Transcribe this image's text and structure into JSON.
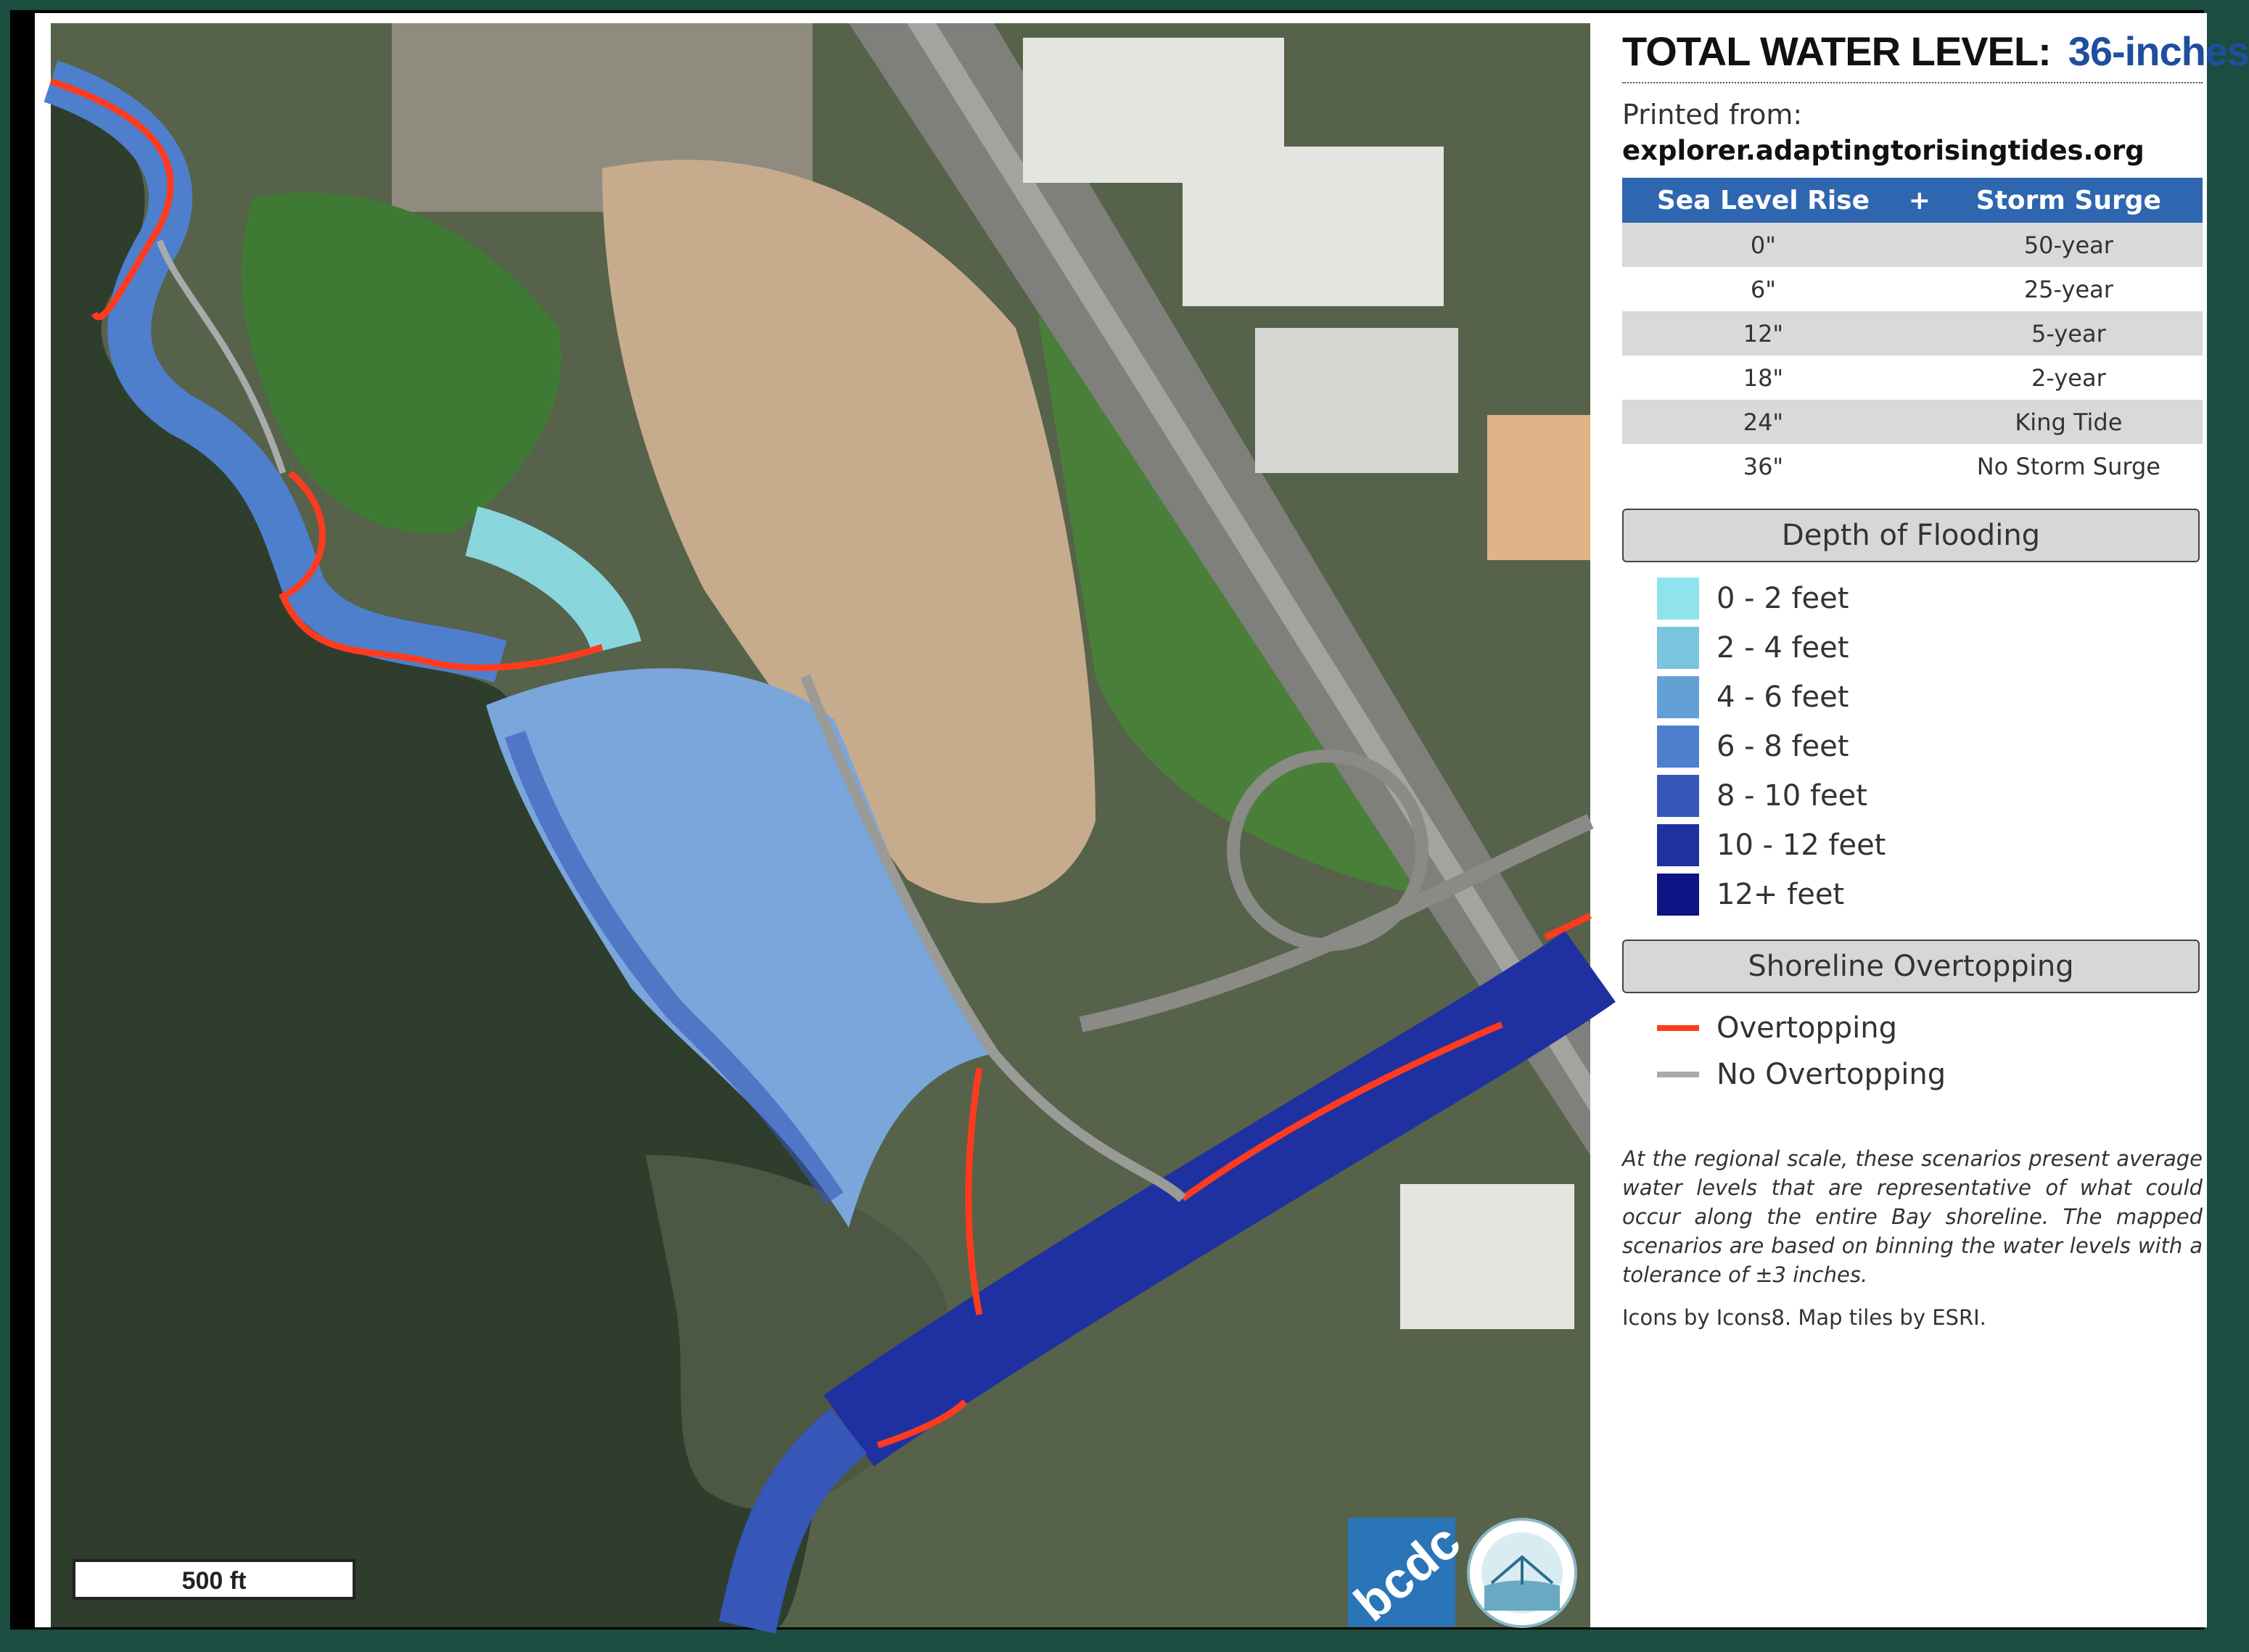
{
  "legend": {
    "title_label": "TOTAL WATER LEVEL:",
    "title_value": "36-inches",
    "printed_from_label": "Printed from:",
    "printed_from_url": "explorer.adaptingtorisingtides.org",
    "table": {
      "headers": [
        "Sea Level Rise",
        "+",
        "Storm Surge"
      ],
      "rows": [
        {
          "slr": "0\"",
          "surge": "50-year"
        },
        {
          "slr": "6\"",
          "surge": "25-year"
        },
        {
          "slr": "12\"",
          "surge": "5-year"
        },
        {
          "slr": "18\"",
          "surge": "2-year"
        },
        {
          "slr": "24\"",
          "surge": "King Tide"
        },
        {
          "slr": "36\"",
          "surge": "No Storm Surge"
        }
      ]
    },
    "depth": {
      "heading": "Depth of Flooding",
      "items": [
        {
          "label": "0 - 2 feet",
          "color": "#8fe3ec"
        },
        {
          "label": "2 - 4 feet",
          "color": "#79c4df"
        },
        {
          "label": "4 - 6 feet",
          "color": "#62a0d6"
        },
        {
          "label": "6 - 8 feet",
          "color": "#4d7fcd"
        },
        {
          "label": "8 - 10 feet",
          "color": "#3656b8"
        },
        {
          "label": "10 - 12 feet",
          "color": "#1f31a0"
        },
        {
          "label": "12+ feet",
          "color": "#0b1482"
        }
      ]
    },
    "overtopping": {
      "heading": "Shoreline Overtopping",
      "items": [
        {
          "label": "Overtopping",
          "color": "#ff3b1f"
        },
        {
          "label": "No Overtopping",
          "color": "#aaaaaa"
        }
      ]
    },
    "note": "At the regional scale, these scenarios present average water levels that are representative of what could occur along the entire Bay shoreline. The mapped scenarios are based on binning the water levels with a tolerance of ±3 inches.",
    "credit": "Icons by Icons8. Map tiles by ESRI."
  },
  "map": {
    "scale_label": "500 ft",
    "bcdc_logo_text": "bcdc",
    "art_logo_name": "Adapting to Rising Tides",
    "colors": {
      "water": "#2f3d2c",
      "field": "#c7ab8d",
      "grass": "#3f7a35",
      "road": "#8a8a86",
      "roof": "#e4e4e0"
    }
  }
}
